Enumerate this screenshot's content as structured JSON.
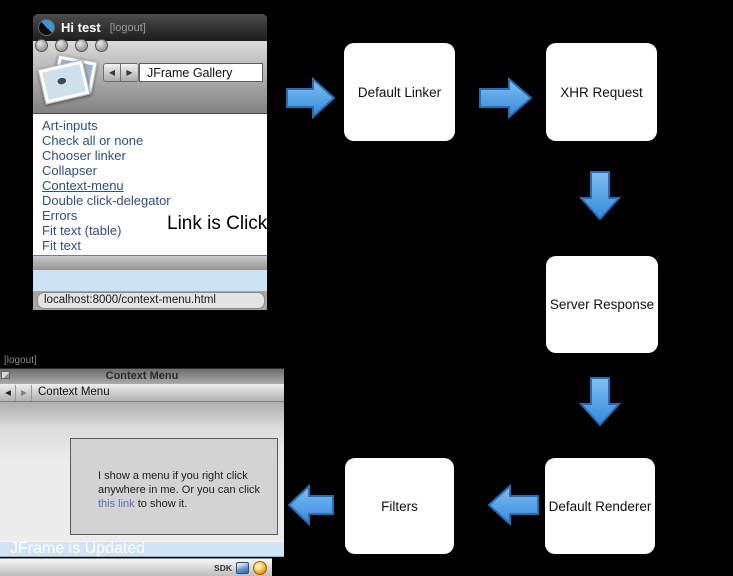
{
  "flow": {
    "nodes": [
      {
        "id": "default-linker",
        "label": "Default Linker"
      },
      {
        "id": "xhr-request",
        "label": "XHR Request"
      },
      {
        "id": "server-response",
        "label": "Server Response"
      },
      {
        "id": "default-renderer",
        "label": "Default Renderer"
      },
      {
        "id": "filters",
        "label": "Filters"
      }
    ],
    "annotations": {
      "link_clicked": "Link is Click",
      "jframe_updated": "JFrame is Updated"
    },
    "arrow_colors": {
      "fill_top": "#7fc0f1",
      "fill_bottom": "#3389dd",
      "stroke": "#2a6cb0"
    }
  },
  "browser_before": {
    "window_title": "Hi test",
    "logout_label": "[logout]",
    "nav_value": "JFrame Gallery",
    "back_glyph": "◀",
    "forward_glyph": "▶",
    "links": [
      "Art-inputs",
      "Check all or none",
      "Chooser linker",
      "Collapser",
      "Context-menu",
      "Double click-delegator",
      "Errors",
      "Fit text (table)",
      "Fit text"
    ],
    "status_url": "localhost:8000/context-menu.html",
    "accent_blue_row": "#cde3f4",
    "link_color": "#30507e"
  },
  "browser_after": {
    "logout_label": "[logout]",
    "window_title": "Context Menu",
    "toolbar_title": "Context Menu",
    "back_glyph": "◀",
    "forward_glyph": "▶",
    "box_text_line1": "I show a menu if you right click",
    "box_text_line2": "anywhere in me. Or you can click",
    "box_link_text": "this link",
    "box_text_line3_suffix": " to show it.",
    "taskbar_label": "SDK"
  }
}
